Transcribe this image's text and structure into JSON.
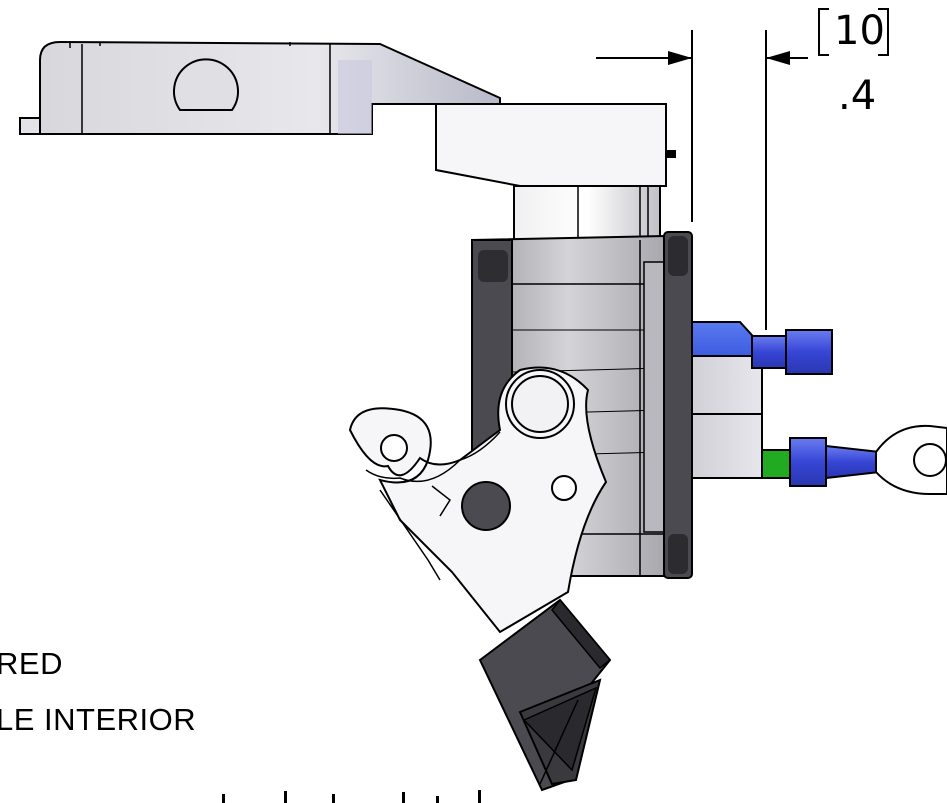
{
  "dimension": {
    "metric_value": "10",
    "imperial_value": ".4"
  },
  "notes": {
    "line1": "RED",
    "line2": "LE INTERIOR"
  },
  "colors": {
    "outline": "#000000",
    "body_gray": "#c8c8cc",
    "dark_gray": "#3c3c40",
    "terminal_blue": "#3c4cd8",
    "wire_green": "#22aa22"
  }
}
